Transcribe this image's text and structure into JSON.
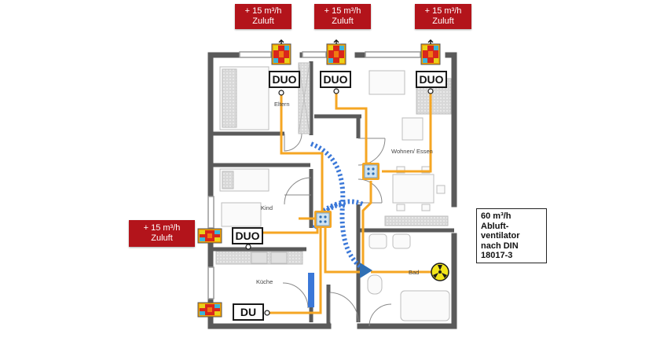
{
  "labels": {
    "top_left": {
      "line1": "+ 15 m³/h",
      "line2": "Zuluft"
    },
    "top_mid": {
      "line1": "+ 15 m³/h",
      "line2": "Zuluft"
    },
    "top_right": {
      "line1": "+ 15 m³/h",
      "line2": "Zuluft"
    },
    "left": {
      "line1": "+ 15 m³/h",
      "line2": "Zuluft"
    }
  },
  "units": {
    "duo_eltern": "DUO",
    "duo_wohnen_left": "DUO",
    "duo_wohnen_right": "DUO",
    "duo_kind": "DUO",
    "du_kueche": "DU"
  },
  "rooms": {
    "eltern": "Eltern",
    "wohnen": "Wohnen/ Essen",
    "kind": "Kind",
    "kueche": "Küche",
    "bad": "Bad"
  },
  "exhaust_note": {
    "line1": "60 m³/h",
    "line2": "Abluft-",
    "line3": "ventilator",
    "line4": "nach DIN",
    "line5": "18017-3"
  },
  "colors": {
    "label_red": "#b3141b",
    "duct_orange": "#f5a623",
    "airflow_blue": "#3b78d8",
    "wall_gray": "#5a5a5a",
    "fan_yellow": "#f2e51a"
  },
  "icons": [
    "heat-recovery-unit-icon",
    "distributor-box-icon",
    "exhaust-fan-icon",
    "valve-icon"
  ]
}
